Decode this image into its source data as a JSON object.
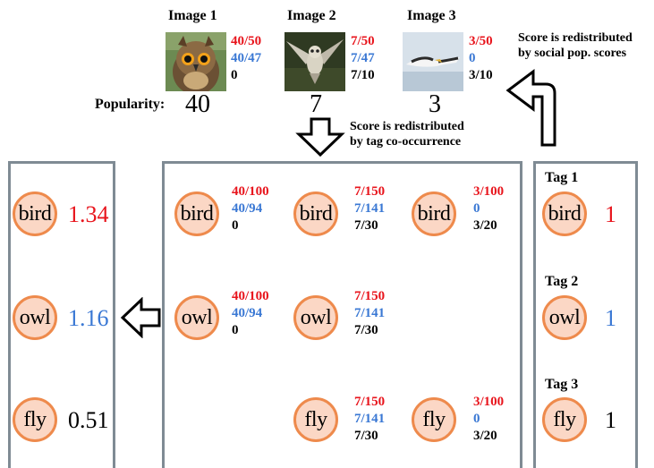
{
  "images": [
    {
      "label": "Image 1",
      "scores": [
        "40/50",
        "40/47",
        "0"
      ],
      "popularity": "40"
    },
    {
      "label": "Image 2",
      "scores": [
        "7/50",
        "7/47",
        "7/10"
      ],
      "popularity": "7"
    },
    {
      "label": "Image 3",
      "scores": [
        "3/50",
        "0",
        "3/10"
      ],
      "popularity": "3"
    }
  ],
  "popularity_label": "Popularity:",
  "note_social": [
    "Score is redistributed",
    "by social pop. scores"
  ],
  "note_tag": [
    "Score is redistributed",
    "by tag co-occurrence"
  ],
  "middle_grid": [
    {
      "tag": "bird",
      "scores": [
        "40/100",
        "40/94",
        "0"
      ]
    },
    {
      "tag": "bird",
      "scores": [
        "7/150",
        "7/141",
        "7/30"
      ]
    },
    {
      "tag": "bird",
      "scores": [
        "3/100",
        "0",
        "3/20"
      ]
    },
    {
      "tag": "owl",
      "scores": [
        "40/100",
        "40/94",
        "0"
      ]
    },
    {
      "tag": "owl",
      "scores": [
        "7/150",
        "7/141",
        "7/30"
      ]
    },
    {
      "tag": "fly",
      "scores": [
        "7/150",
        "7/141",
        "7/30"
      ]
    },
    {
      "tag": "fly",
      "scores": [
        "3/100",
        "0",
        "3/20"
      ]
    }
  ],
  "tags": [
    {
      "label": "Tag 1",
      "name": "bird",
      "value": "1"
    },
    {
      "label": "Tag 2",
      "name": "owl",
      "value": "1"
    },
    {
      "label": "Tag 3",
      "name": "fly",
      "value": "1"
    }
  ],
  "results": [
    {
      "name": "bird",
      "value": "1.34"
    },
    {
      "name": "owl",
      "value": "1.16"
    },
    {
      "name": "fly",
      "value": "0.51"
    }
  ],
  "colors": {
    "red": "#e8141c",
    "blue": "#3a78d4",
    "circle_fill": "#fbd7c5",
    "circle_border": "#ee8a4c",
    "panel_border": "#7f8b94"
  }
}
